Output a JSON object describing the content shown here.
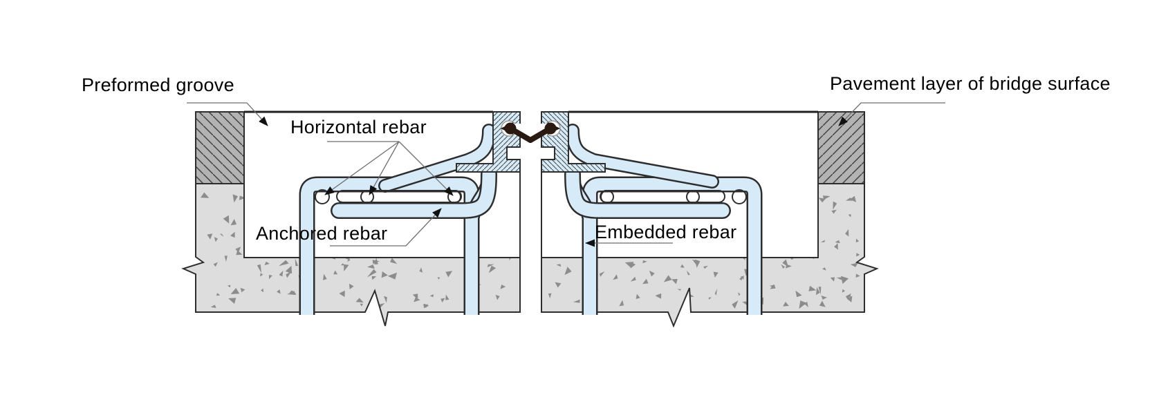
{
  "diagram": {
    "title_hint": "Bridge deck expansion joint cross-section",
    "labels": {
      "preformed_groove": "Preformed groove",
      "pavement_layer": "Pavement layer of bridge surface",
      "horizontal_rebar": "Horizontal rebar",
      "anchored_rebar": "Anchored rebar",
      "embedded_rebar": "Embedded rebar"
    },
    "colors": {
      "rebar_fill": "#d7eaf7",
      "concrete_fill": "#dddddd",
      "aggregate": "#8c8c8c",
      "pavement_fill": "#b3b3b3",
      "outline": "#2d2d2d",
      "heavy_line": "#1f1f1f",
      "leader": "#6e6e6e",
      "seal": "#2a1a12",
      "text": "#000000"
    }
  }
}
